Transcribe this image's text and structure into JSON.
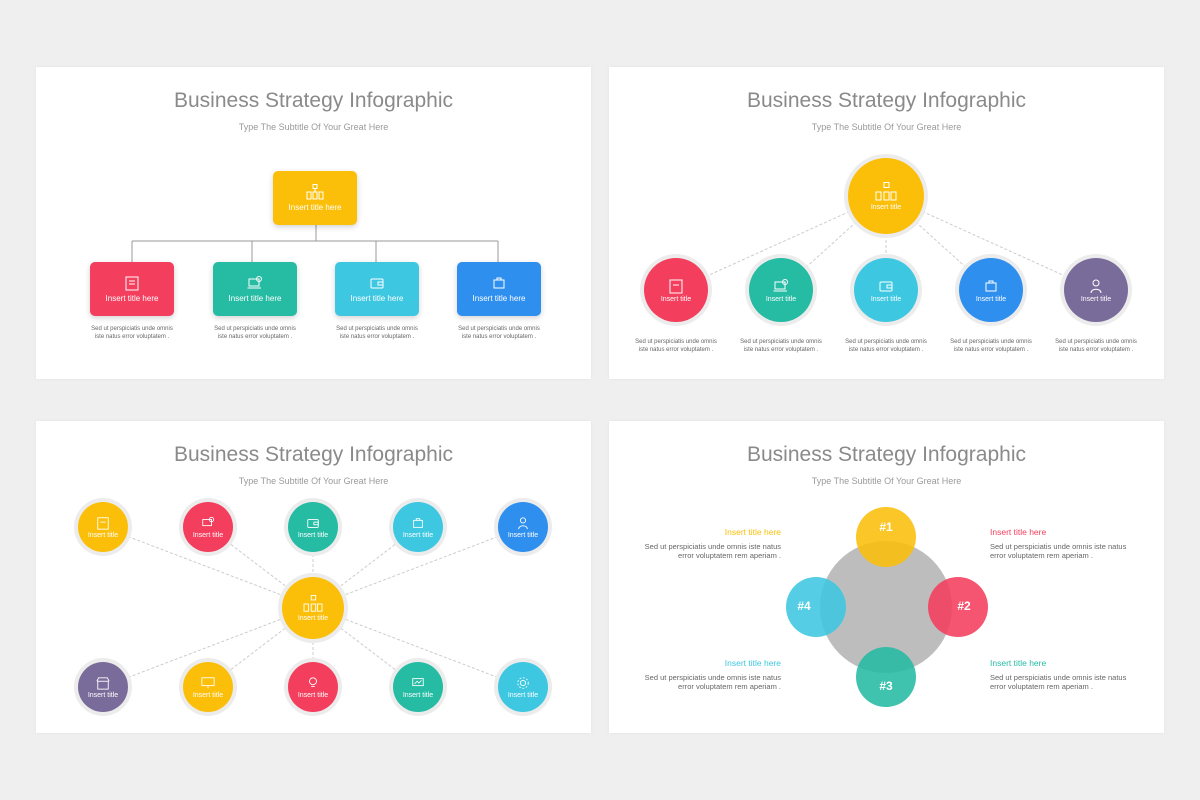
{
  "colors": {
    "yellow": "#fbbf0a",
    "red": "#f43e5d",
    "green": "#26bba3",
    "cyan": "#3ec7e1",
    "blue": "#2f8fef",
    "purple": "#7a6c9a",
    "grey": "#bdbdbd"
  },
  "slide1": {
    "title": "Business Strategy Infographic",
    "subtitle": "Type The Subtitle Of Your Great Here",
    "top_label": "Insert title here",
    "children": [
      {
        "label": "Insert title here",
        "icon": "building-icon",
        "desc1": "Sed ut perspiciatis unde omnis",
        "desc2": "iste natus error voluptatem ."
      },
      {
        "label": "Insert title here",
        "icon": "laptop-search-icon",
        "desc1": "Sed ut perspiciatis unde omnis",
        "desc2": "iste natus error voluptatem ."
      },
      {
        "label": "Insert title here",
        "icon": "wallet-icon",
        "desc1": "Sed ut perspiciatis unde omnis",
        "desc2": "iste natus error voluptatem ."
      },
      {
        "label": "Insert title here",
        "icon": "laptop-bag-icon",
        "desc1": "Sed ut perspiciatis unde omnis",
        "desc2": "iste natus error voluptatem ."
      }
    ]
  },
  "slide2": {
    "title": "Business Strategy Infographic",
    "subtitle": "Type The Subtitle Of Your Great Here",
    "center_label": "Insert title",
    "children": [
      {
        "label": "Insert title",
        "desc1": "Sed ut perspiciatis unde omnis",
        "desc2": "iste natus error voluptatem ."
      },
      {
        "label": "Insert title",
        "desc1": "Sed ut perspiciatis unde omnis",
        "desc2": "iste natus error voluptatem ."
      },
      {
        "label": "Insert title",
        "desc1": "Sed ut perspiciatis unde omnis",
        "desc2": "iste natus error voluptatem ."
      },
      {
        "label": "Insert title",
        "desc1": "Sed ut perspiciatis unde omnis",
        "desc2": "iste natus error voluptatem ."
      },
      {
        "label": "Insert title",
        "desc1": "Sed ut perspiciatis unde omnis",
        "desc2": "iste natus error voluptatem ."
      }
    ]
  },
  "slide3": {
    "title": "Business Strategy Infographic",
    "subtitle": "Type The Subtitle Of Your Great Here",
    "center_label": "Insert title",
    "top_labels": [
      "Insert title",
      "Insert title",
      "Insert title",
      "Insert title",
      "Insert title"
    ],
    "bottom_labels": [
      "Insert title",
      "Insert title",
      "Insert title",
      "Insert title",
      "Insert title"
    ]
  },
  "slide4": {
    "title": "Business Strategy Infographic",
    "subtitle": "Type The Subtitle Of Your Great Here",
    "nodes": [
      "#1",
      "#2",
      "#3",
      "#4"
    ],
    "blocks": [
      {
        "title": "Insert title here",
        "line1": "Sed ut perspiciatis unde omnis iste natus",
        "line2": "error voluptatem rem aperiam ."
      },
      {
        "title": "Insert title here",
        "line1": "Sed ut perspiciatis unde omnis iste natus",
        "line2": "error voluptatem rem aperiam ."
      },
      {
        "title": "Insert title here",
        "line1": "Sed ut perspiciatis unde omnis iste natus",
        "line2": "error voluptatem rem aperiam ."
      },
      {
        "title": "Insert title here",
        "line1": "Sed ut perspiciatis unde omnis iste natus",
        "line2": "error voluptatem rem aperiam ."
      }
    ]
  }
}
